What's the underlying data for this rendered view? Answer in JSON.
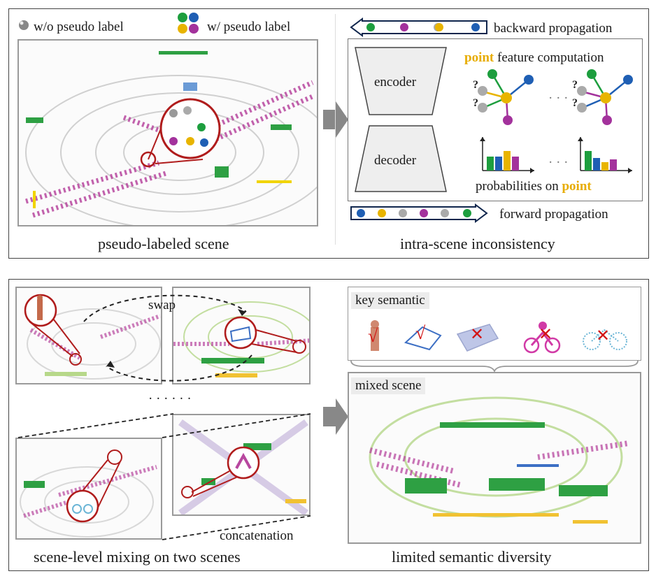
{
  "top_panel": {
    "legend_without": "w/o pseudo label",
    "legend_with": "w/ pseudo label",
    "left_caption": "pseudo-labeled scene",
    "right_caption": "intra-scene inconsistency",
    "backward_label": "backward propagation",
    "forward_label": "forward propagation",
    "encoder_label": "encoder",
    "decoder_label": "decoder",
    "feature_title_highlight": "point",
    "feature_title_rest": " feature computation",
    "prob_label_prefix": "probabilities on ",
    "prob_label_highlight": "point",
    "ellipsis": "· · ·",
    "unknown_mark": "?"
  },
  "bottom_panel": {
    "swap_label": "swap",
    "dots_label": "· · · · · ·",
    "concat_label": "concatenation",
    "left_caption": "scene-level mixing on two scenes",
    "right_caption": "limited semantic diversity",
    "key_semantic_label": "key semantic",
    "mixed_scene_label": "mixed scene",
    "check_mark": "√",
    "cross_mark": "✕"
  },
  "colors": {
    "green": "#1d9e3e",
    "blue": "#1f5fb4",
    "yellow": "#e8b400",
    "purple": "#a3329c",
    "gray": "#9a9a9a",
    "magenta_scene": "#b8479f",
    "highlight": "#e7ac00",
    "ring": "#b01c1c"
  }
}
